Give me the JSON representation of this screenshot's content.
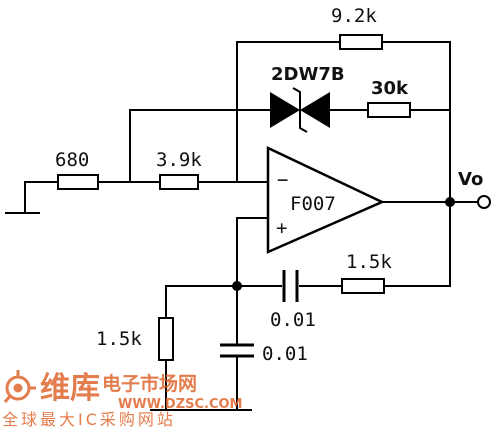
{
  "circuit": {
    "resistor_680": "680",
    "resistor_3_9k": "3.9k",
    "resistor_9_2k": "9.2k",
    "resistor_30k": "30k",
    "resistor_1_5k_top": "1.5k",
    "resistor_1_5k_bottom": "1.5k",
    "capacitor_top": "0.01",
    "capacitor_bottom": "0.01",
    "zener_label": "2DW7B",
    "opamp_label": "F007",
    "opamp_minus": "−",
    "opamp_plus": "+",
    "output_label": "Vo"
  },
  "watermark": {
    "brand": "维库",
    "brand_suffix": "电子市场网",
    "url": "WWW.DZSC.COM",
    "slogan": "全球最大IC采购网站"
  },
  "colors": {
    "line": "#000000",
    "watermark": "#e0672f"
  }
}
